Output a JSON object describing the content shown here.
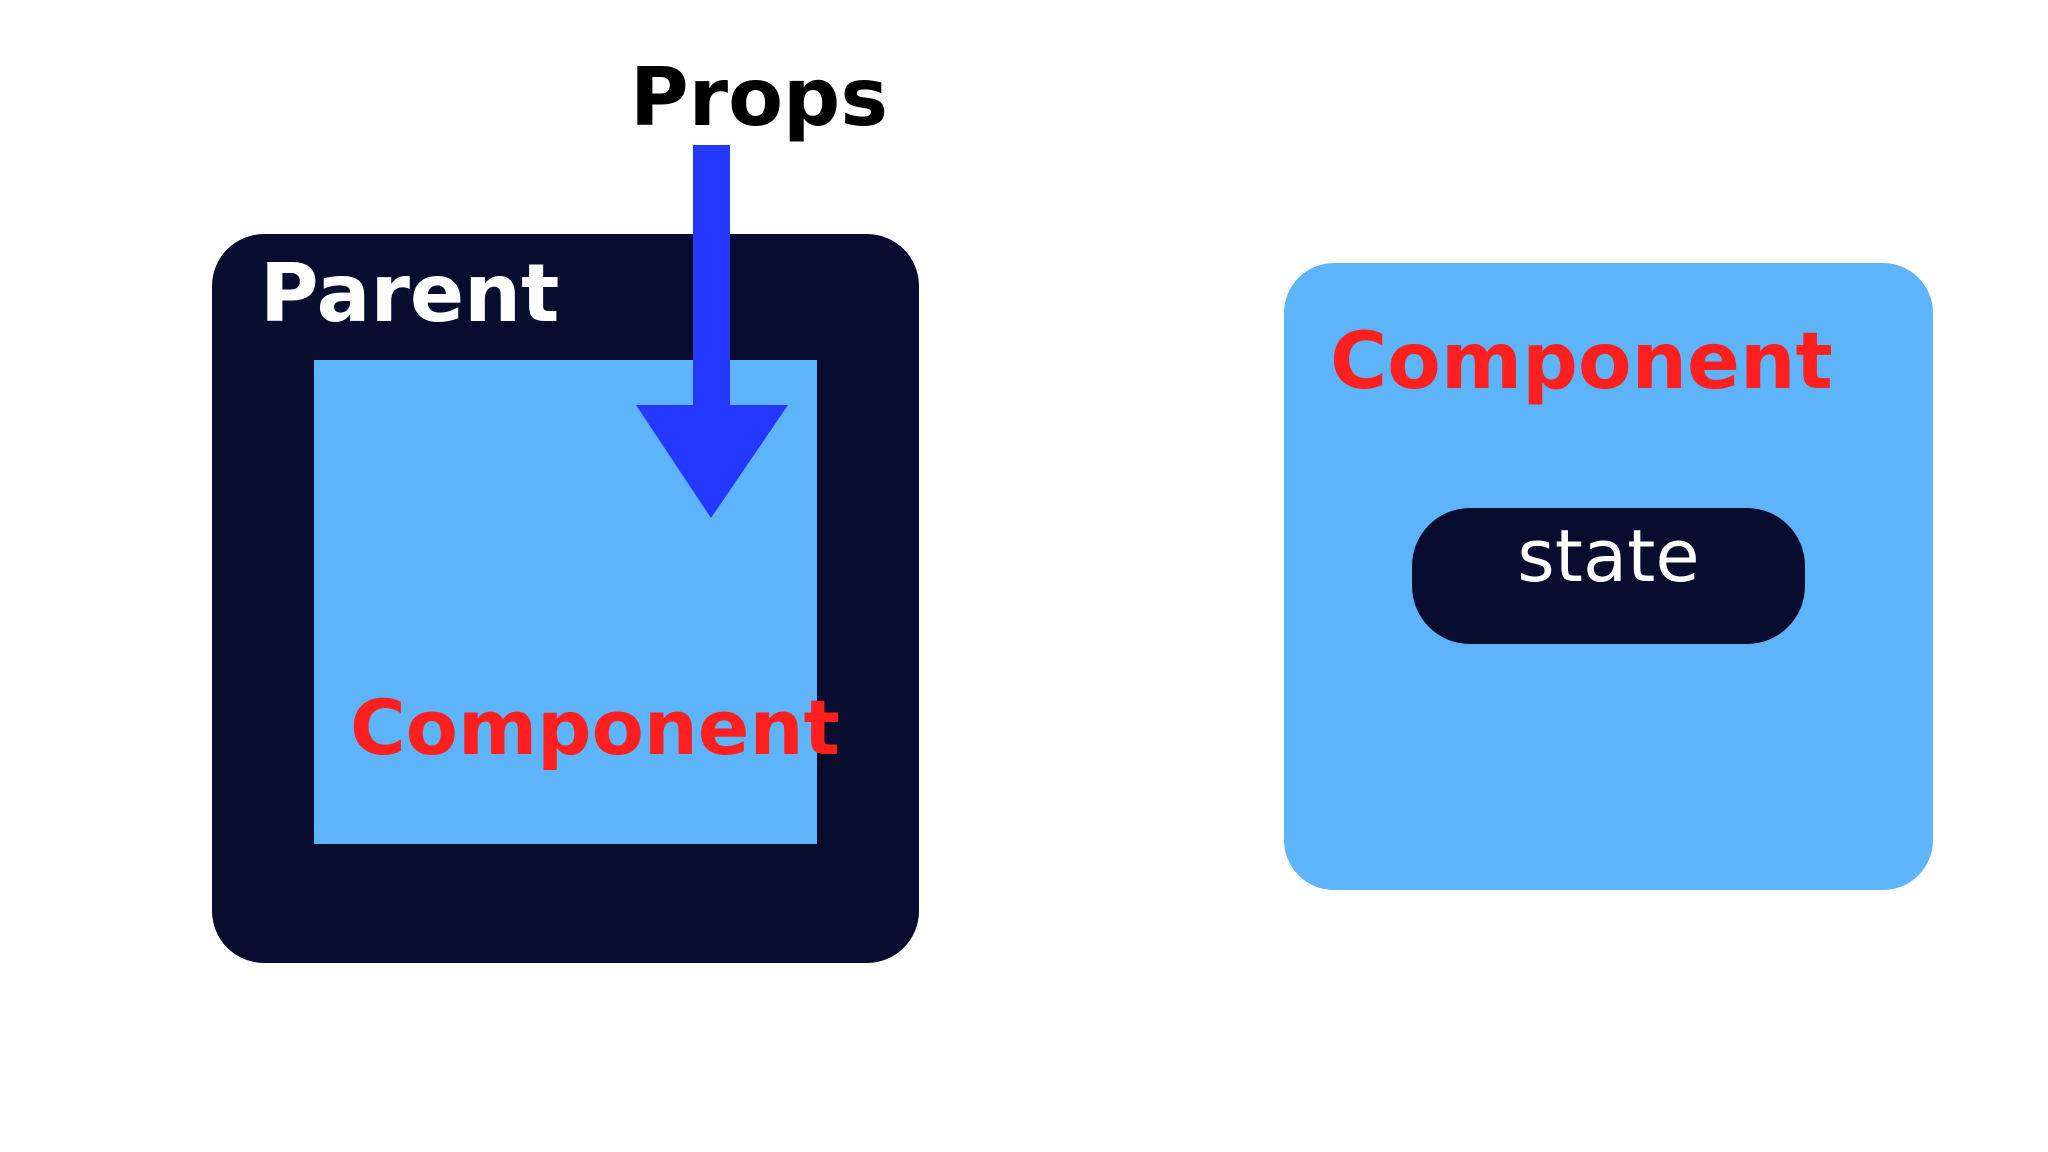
{
  "labels": {
    "props": "Props",
    "parent": "Parent",
    "child_component": "Component",
    "stateful_component": "Component",
    "state": "state"
  },
  "colors": {
    "background": "#ffffff",
    "dark_navy": "#080c2e",
    "light_blue": "#5db4fa",
    "arrow_blue": "#2438ff",
    "component_red": "#ff1f1f",
    "props_text": "#000000",
    "white_text": "#ffffff"
  },
  "icons": {
    "props_arrow": "arrow-down-icon"
  }
}
